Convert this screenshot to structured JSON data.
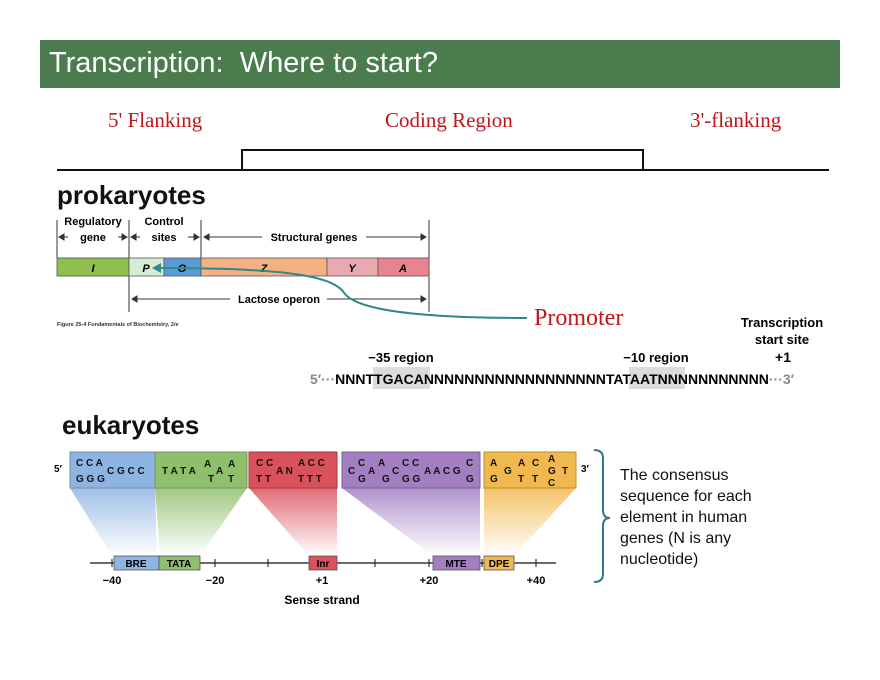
{
  "title": "Transcription:  Where to start?",
  "regions": {
    "five_flank": "5' Flanking",
    "coding": "Coding Region",
    "three_flank": "3'-flanking"
  },
  "prokaryotes": {
    "heading": "prokaryotes",
    "regulatory_gene": [
      "Regulatory",
      "gene"
    ],
    "control_sites": [
      "Control",
      "sites"
    ],
    "structural_genes": "Structural genes",
    "segments": [
      "I",
      "P",
      "O",
      "Z",
      "Y",
      "A"
    ],
    "operon_label": "Lactose operon",
    "figure_credit": "Figure 25-4  Fundamentals of Biochemistry, 2/e",
    "promoter": "Promoter",
    "tss_label": [
      "Transcription",
      "start site"
    ],
    "tss_pos": "+1",
    "region_35": "−35 region",
    "region_10": "−10 region",
    "sequence": {
      "prefix": "5′···",
      "s1": "NNN",
      "box35": "TTGACA",
      "s2": "NNNNNNNNNNNNNNNNNN",
      "box10": "TATAAT",
      "s3": "NNNNNNNNNN",
      "s4": "N",
      "suffix": "···3′"
    }
  },
  "eukaryotes": {
    "heading": "eukaryotes",
    "five": "5′",
    "three": "3′",
    "element_labels": [
      "BRE",
      "TATA",
      "Inr",
      "MTE",
      "DPE"
    ],
    "ticks": [
      "−40",
      "−20",
      "+1",
      "+20",
      "+40"
    ],
    "strand_label": "Sense strand",
    "note": "The consensus sequence for each element in human genes (N is any nucleotide)"
  },
  "colors": {
    "title_bg": "#4a7c4e",
    "red": "#c0161c",
    "green_I": "#8fbf4f",
    "p_box": "#d5ecd7",
    "o_box": "#5b9bd5",
    "z_box": "#f4b183",
    "ya_box": "#e8848f",
    "bre": "#8db4e2",
    "tata": "#8fbe6d",
    "inr": "#d9515b",
    "mte": "#a37fc2",
    "dpe": "#f0b84f"
  }
}
